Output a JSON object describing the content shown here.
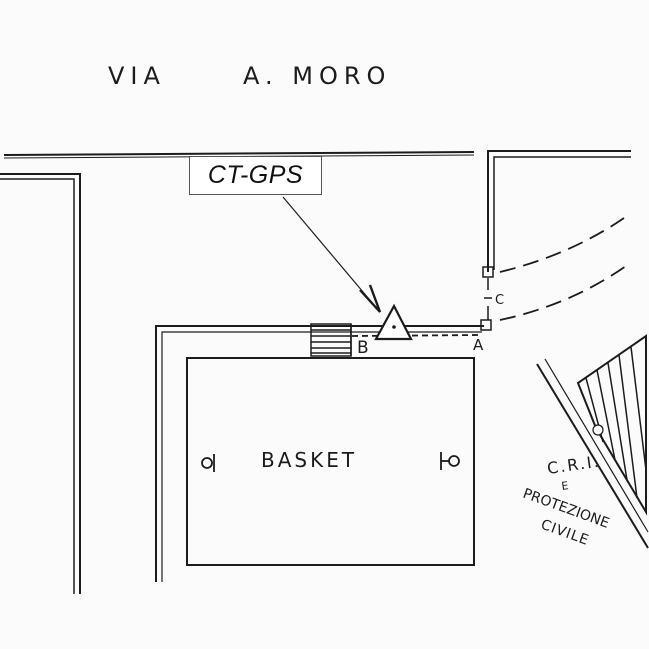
{
  "colors": {
    "paper": "#fbfbfb",
    "ink": "#1c1c1c",
    "callout_border": "#555555"
  },
  "labels": {
    "street_via": "VIA",
    "street_name": "A. MORO",
    "callout": "CT-GPS",
    "point_b": "B",
    "point_a": "A",
    "point_c": "C",
    "basket": "BASKET",
    "cri_line1": "C.R.I.",
    "cri_line2": "E",
    "cri_line3": "PROTEZIONE",
    "cri_line4": "CIVILE"
  },
  "icons": {
    "station": "triangle-marker-icon"
  }
}
